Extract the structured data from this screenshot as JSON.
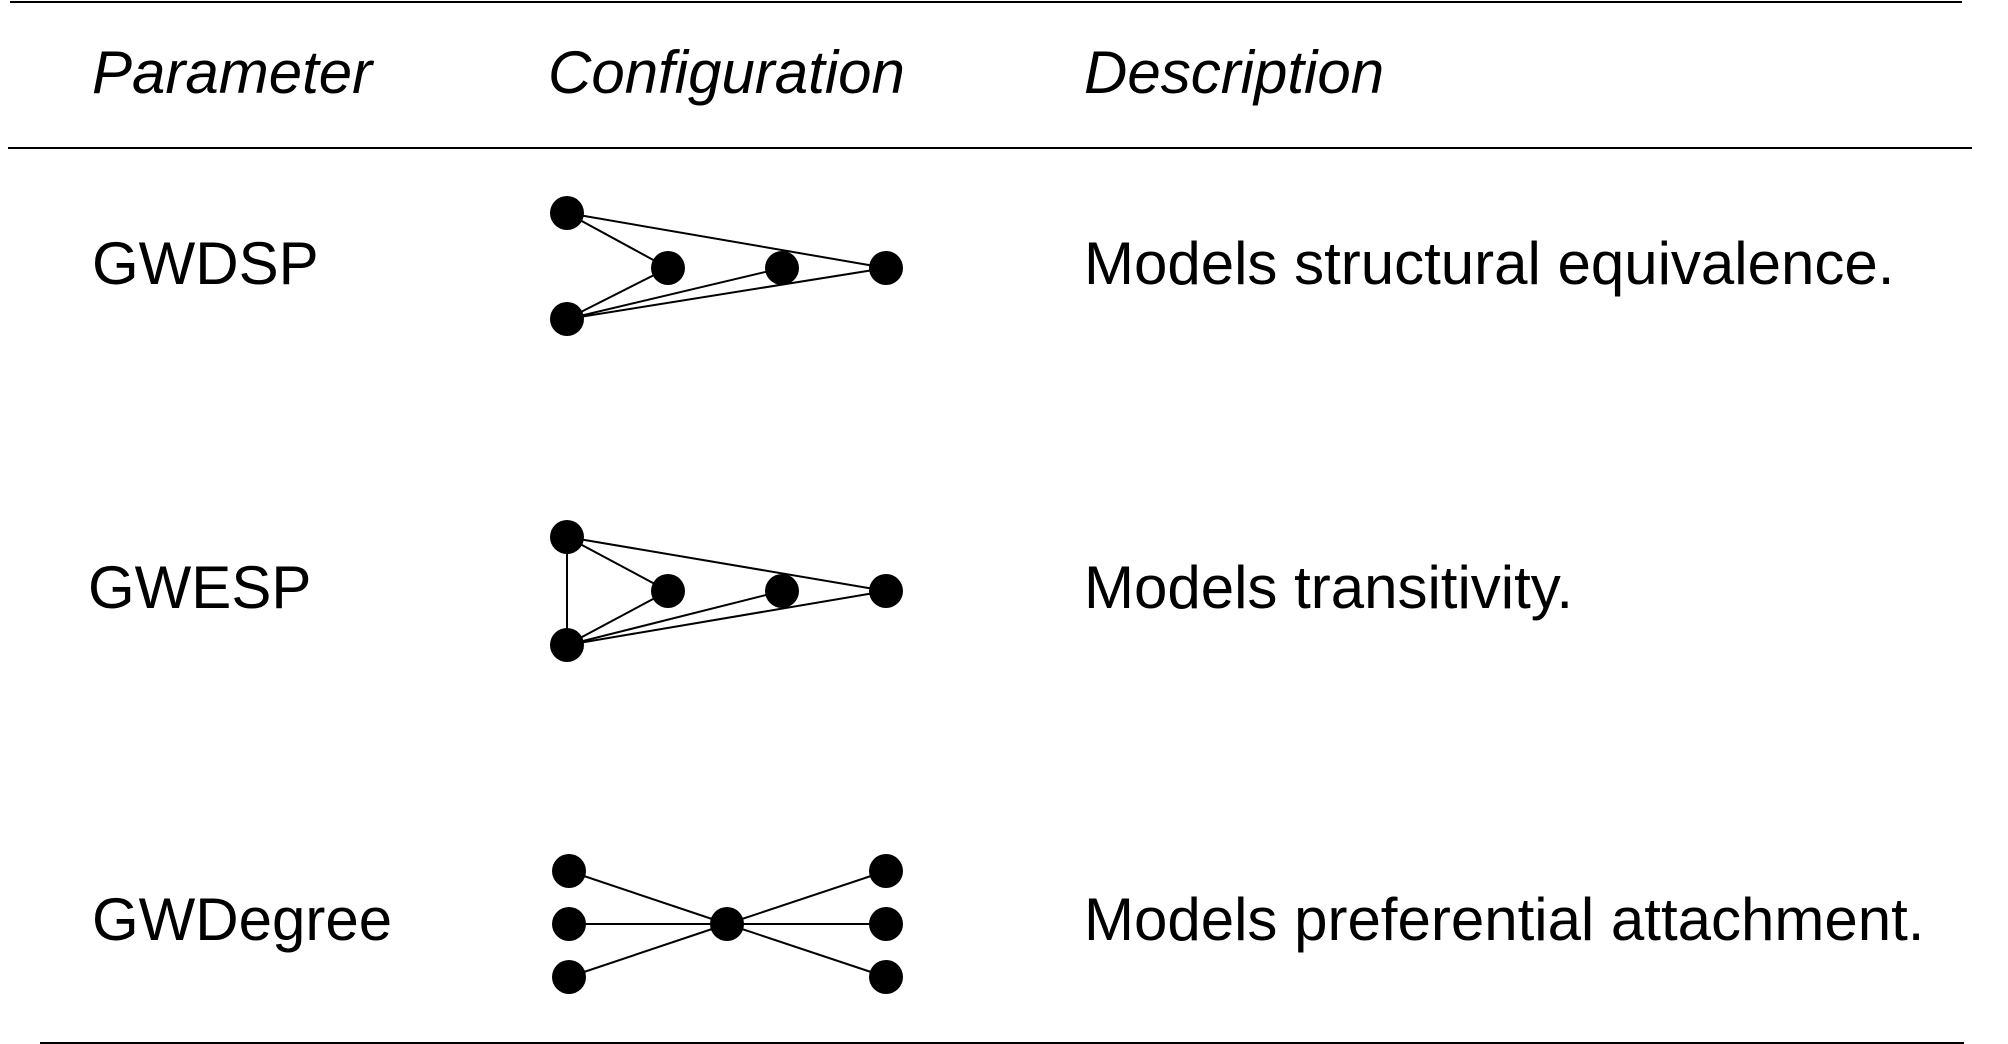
{
  "table": {
    "headers": {
      "parameter": "Parameter",
      "configuration": "Configuration",
      "description": "Description"
    },
    "rows": [
      {
        "parameter": "GWDSP",
        "configuration": "two-path graph: two nodes sharing partners",
        "description": "Models structural equivalence."
      },
      {
        "parameter": "GWESP",
        "configuration": "two-path graph with connecting edge",
        "description": "Models transitivity."
      },
      {
        "parameter": "GWDegree",
        "configuration": "star graph: one central node with six ties",
        "description": "Models preferential attachment."
      }
    ]
  }
}
